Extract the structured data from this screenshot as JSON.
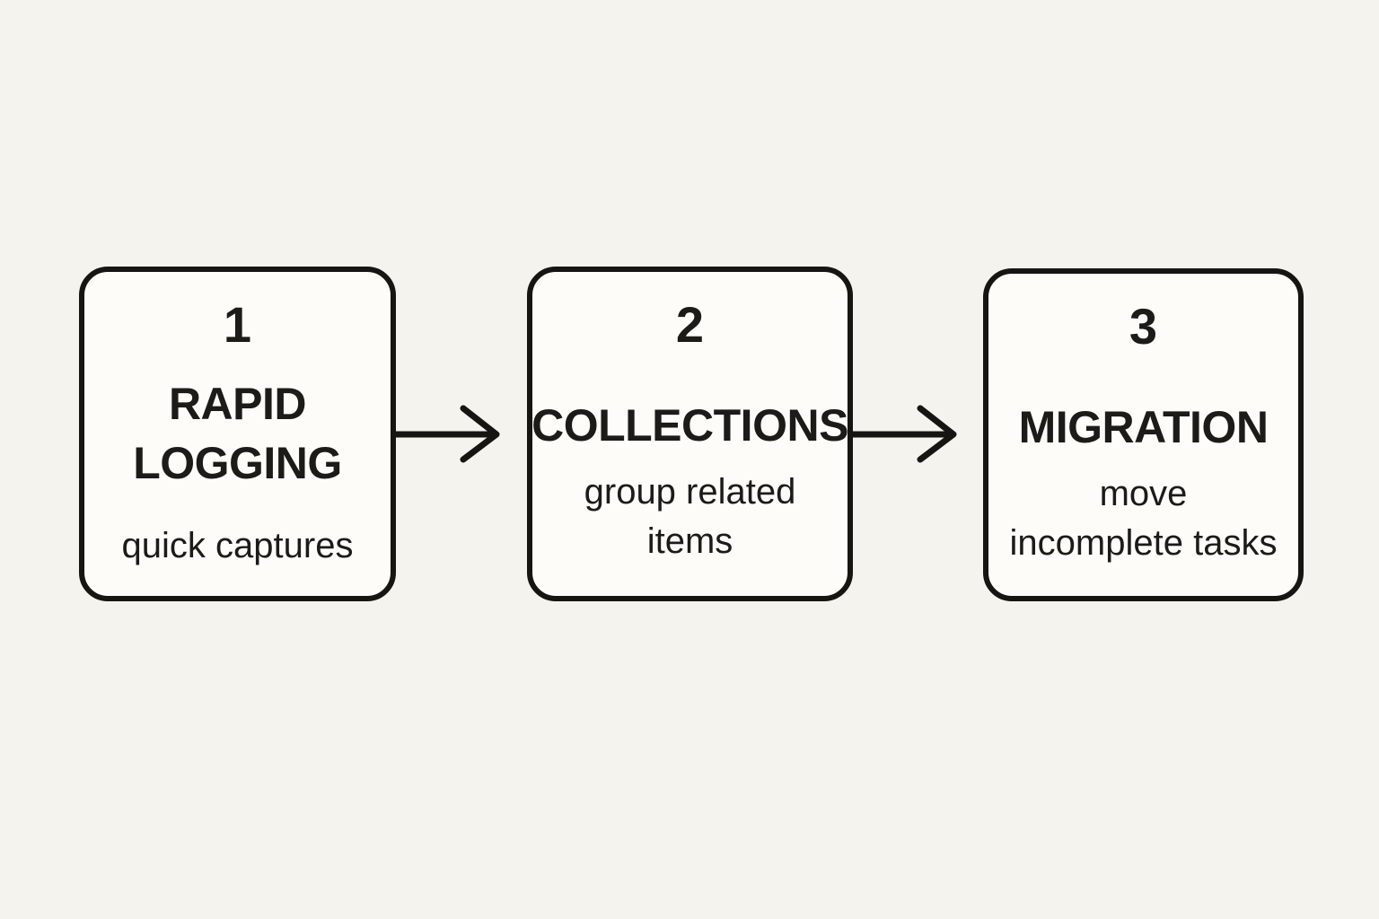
{
  "diagram": {
    "steps": [
      {
        "number": "1",
        "title_line1": "RAPID",
        "title_line2": "LOGGING",
        "subtitle_line1": "quick captures",
        "subtitle_line2": ""
      },
      {
        "number": "2",
        "title_line1": "COLLECTIONS",
        "title_line2": "",
        "subtitle_line1": "group related",
        "subtitle_line2": "items"
      },
      {
        "number": "3",
        "title_line1": "MIGRATION",
        "title_line2": "",
        "subtitle_line1": "move",
        "subtitle_line2": "incomplete tasks"
      }
    ],
    "connectors": [
      "arrow-right-icon",
      "arrow-right-icon"
    ],
    "colors": {
      "background": "#f5f3ee",
      "box_fill": "#fdfcf9",
      "line": "#171511",
      "text": "#1c1b18"
    }
  }
}
